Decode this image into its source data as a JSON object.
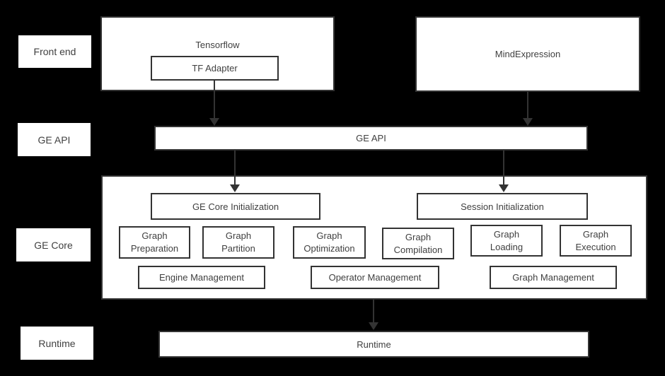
{
  "colors": {
    "background": "#000000",
    "box_fill": "#ffffff",
    "box_border": "#333333",
    "text": "#404040",
    "arrow": "#333333"
  },
  "row_labels": {
    "front_end": "Front end",
    "ge_api": "GE API",
    "ge_core": "GE Core",
    "runtime": "Runtime"
  },
  "front_end": {
    "tensorflow_label": "Tensorflow",
    "tf_adapter_label": "TF Adapter",
    "mind_expression_label": "MindExpression"
  },
  "ge_api": {
    "bar_label": "GE API"
  },
  "ge_core": {
    "ge_core_init_label": "GE Core Initialization",
    "session_init_label": "Session Initialization",
    "stages": [
      "Graph\nPreparation",
      "Graph\nPartition",
      "Graph\nOptimization",
      "Graph\nCompilation",
      "Graph\nLoading",
      "Graph\nExecution"
    ],
    "management": [
      "Engine Management",
      "Operator Management",
      "Graph Management"
    ]
  },
  "runtime": {
    "bar_label": "Runtime"
  }
}
